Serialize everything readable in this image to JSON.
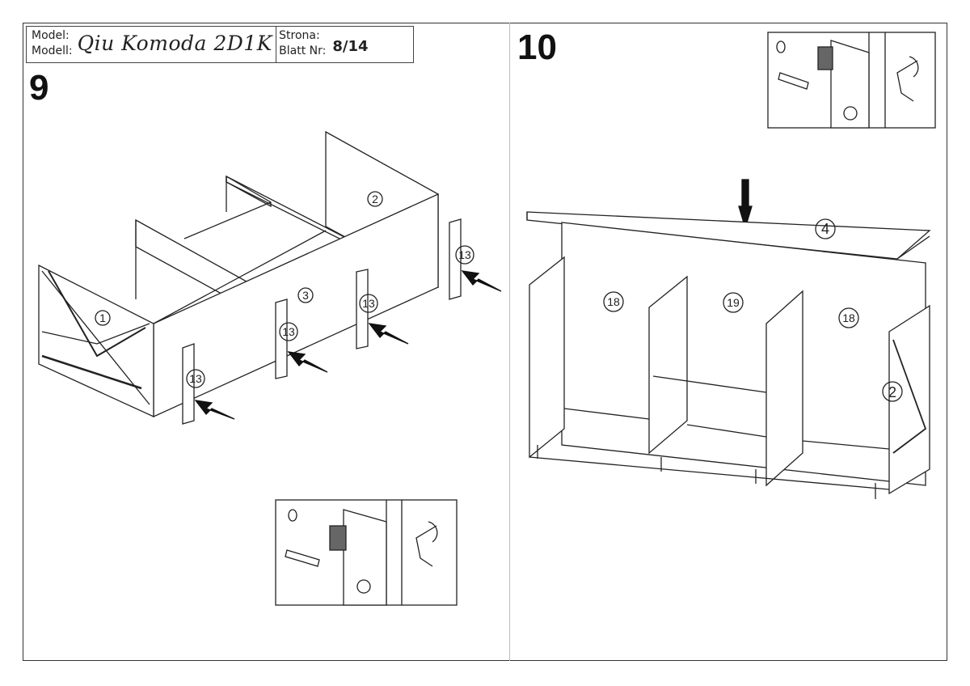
{
  "header": {
    "model_label_pl": "Model:",
    "model_label_de": "Modell:",
    "model_name": "Qiu Komoda 2D1K",
    "page_label_pl": "Strona:",
    "page_label_de": "Blatt Nr:",
    "page_number": "8/14"
  },
  "steps": [
    {
      "number": "9",
      "parts": [
        "1",
        "2",
        "3",
        "13",
        "13",
        "13",
        "13"
      ]
    },
    {
      "number": "10",
      "parts": [
        "4",
        "18",
        "19",
        "18",
        "2"
      ]
    }
  ]
}
